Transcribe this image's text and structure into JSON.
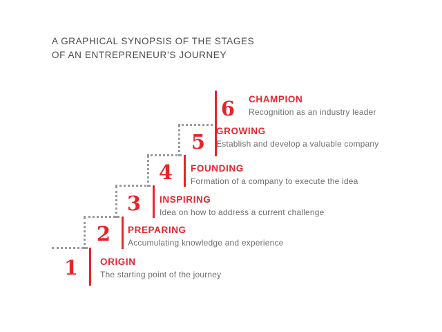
{
  "title": {
    "line1": "A GRAPHICAL SYNOPSIS OF THE STAGES",
    "line2": "OF AN ENTREPRENEUR’S JOURNEY"
  },
  "colors": {
    "accent_red": "#E8242B",
    "title_gray": "#4A4A4A",
    "description_gray": "#6E6E6E",
    "dotted_line_gray": "#9A9A9A",
    "background": "#FFFFFF"
  },
  "stages": [
    {
      "number": "1",
      "name": "ORIGIN",
      "description": "The starting point of the journey"
    },
    {
      "number": "2",
      "name": "PREPARING",
      "description": "Accumulating knowledge and experience"
    },
    {
      "number": "3",
      "name": "INSPIRING",
      "description": "Idea on how to address a current challenge"
    },
    {
      "number": "4",
      "name": "FOUNDING",
      "description": "Formation of a company to execute the idea"
    },
    {
      "number": "5",
      "name": "GROWING",
      "description": "Establish and develop a valuable company"
    },
    {
      "number": "6",
      "name": "CHAMPION",
      "description": "Recognition as an industry leader"
    }
  ]
}
